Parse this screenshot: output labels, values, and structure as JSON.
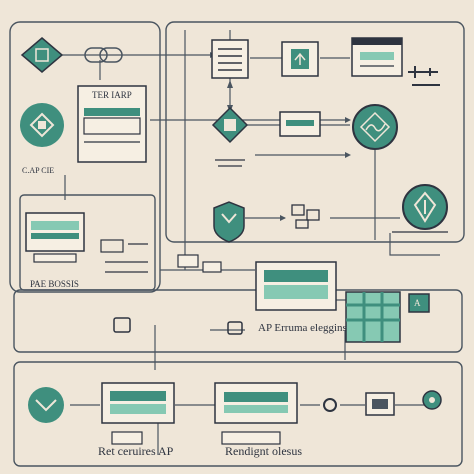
{
  "colors": {
    "background": "#efe6d8",
    "line": "#4a5560",
    "accent": "#3f8f7e",
    "accent_light": "#86c9b3",
    "box_fill": "#f6efe3"
  },
  "labels": {
    "top_left_box": "TER IARP",
    "node_caption": "C.AP CIE",
    "left_panel": "PAE BOSSIS",
    "middle_row": "AP Erruma eleggins",
    "bottom_left": "Ret ceruires AP",
    "bottom_right": "Rendignt olesus",
    "small_label_a": "A"
  },
  "icons": [
    "diamond-chip-icon",
    "chain-link-icon",
    "document-list-icon",
    "app-window-icon",
    "monitor-window-icon",
    "connector-icon",
    "circle-chip-icon",
    "screen-icon",
    "circle-wave-icon",
    "shield-icon",
    "hex-node-icon",
    "circuit-icon",
    "gears-icon"
  ]
}
